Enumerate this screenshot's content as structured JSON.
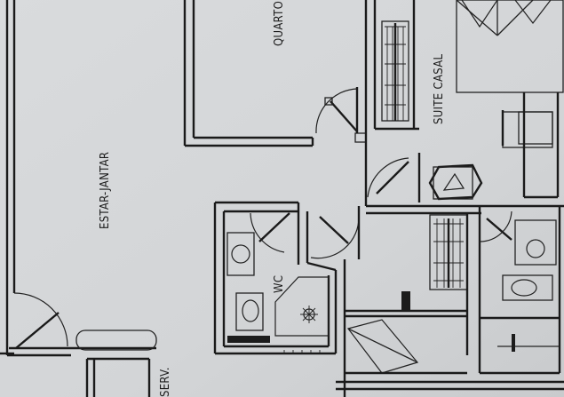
{
  "plan": {
    "rooms": [
      {
        "key": "estar",
        "label": "ESTAR-JANTAR"
      },
      {
        "key": "quarto",
        "label": "QUARTO"
      },
      {
        "key": "suite",
        "label": "SUITE CASAL"
      },
      {
        "key": "wc",
        "label": "WC"
      },
      {
        "key": "serv",
        "label": "SERV."
      }
    ]
  },
  "colors": {
    "paper": "#d6d8da",
    "ink": "#1a1a1a"
  }
}
